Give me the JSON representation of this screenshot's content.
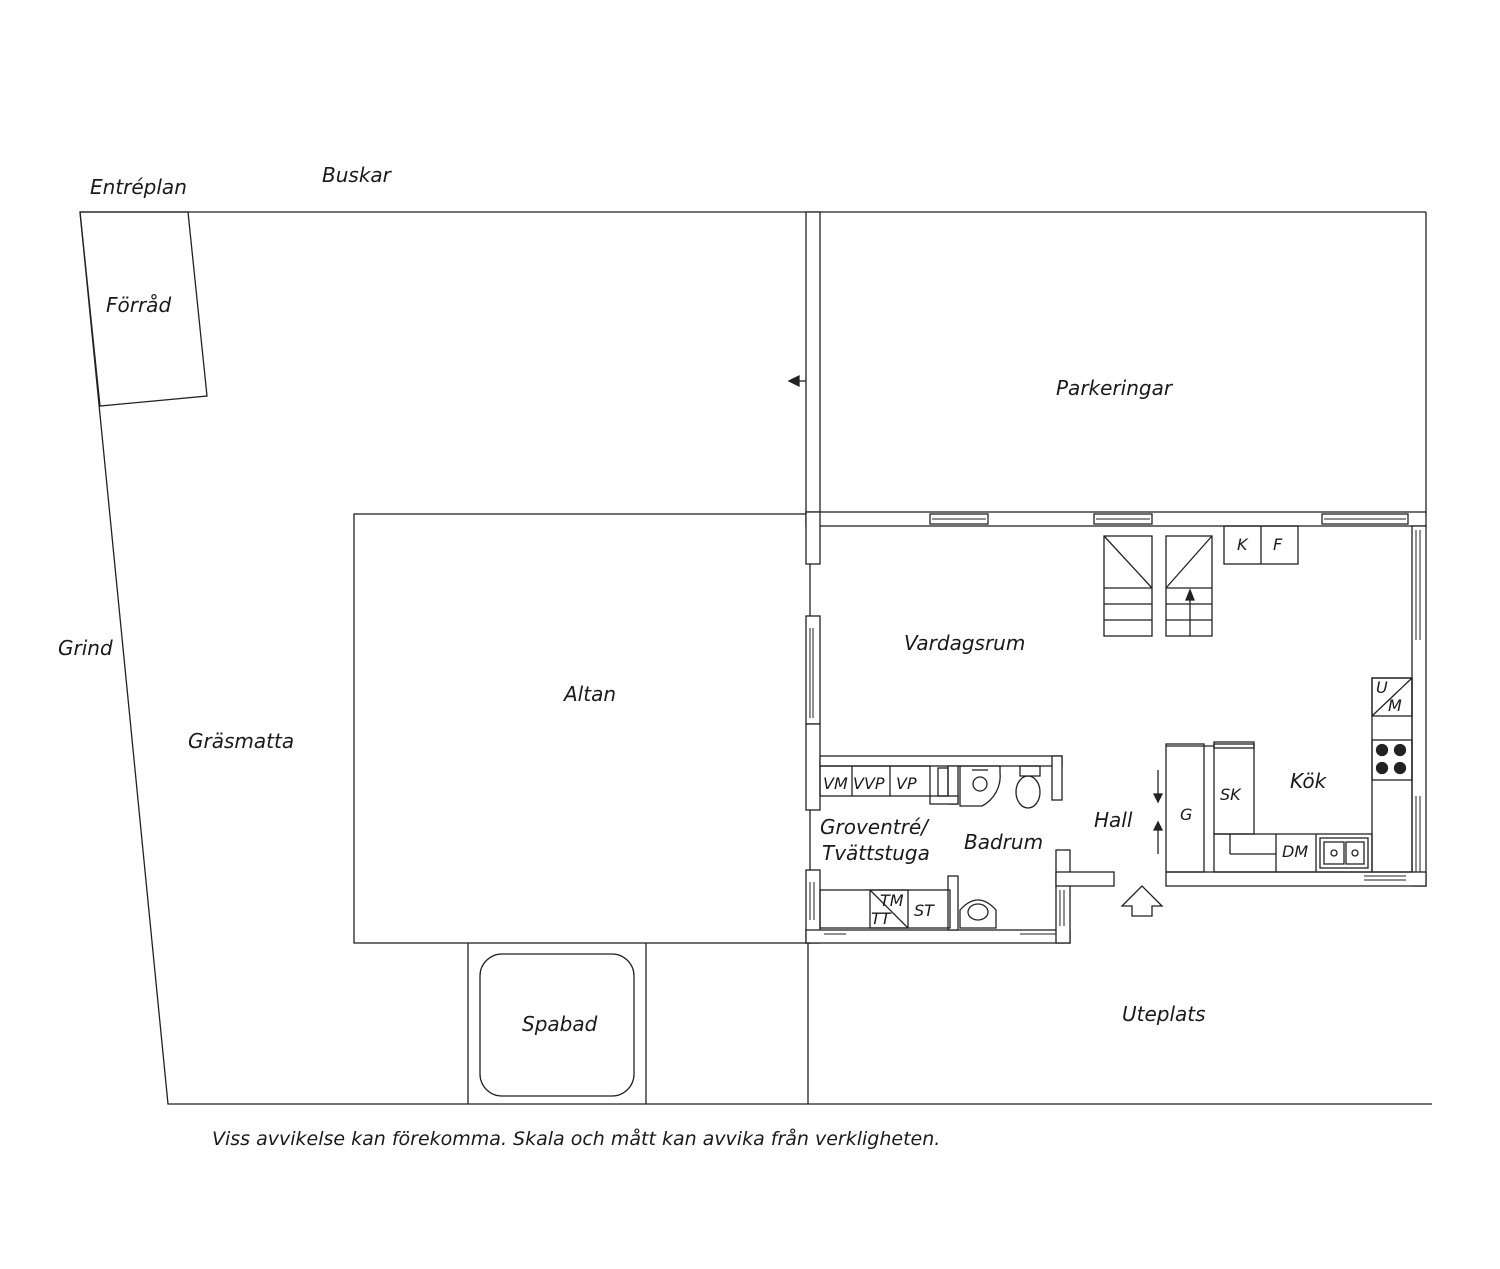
{
  "plan_title": "Entréplan",
  "outdoor": {
    "bushes": "Buskar",
    "storage": "Förråd",
    "gate": "Grind",
    "lawn": "Gräsmatta",
    "deck": "Altan",
    "parking": "Parkeringar",
    "spa": "Spabad",
    "patio": "Uteplats"
  },
  "rooms": {
    "living": "Vardagsrum",
    "kitchen": "Kök",
    "hall": "Hall",
    "bathroom": "Badrum",
    "utility_line1": "Groventré/",
    "utility_line2": "Tvättstuga"
  },
  "fixtures": {
    "k": "K",
    "f": "F",
    "u": "U",
    "m": "M",
    "sk": "SK",
    "g": "G",
    "dm": "DM",
    "vm": "VM",
    "vvp": "VVP",
    "vp": "VP",
    "tm": "TM",
    "tt": "TT",
    "st": "ST"
  },
  "disclaimer": "Viss avvikelse kan förekomma. Skala och mått kan avvika från verkligheten."
}
